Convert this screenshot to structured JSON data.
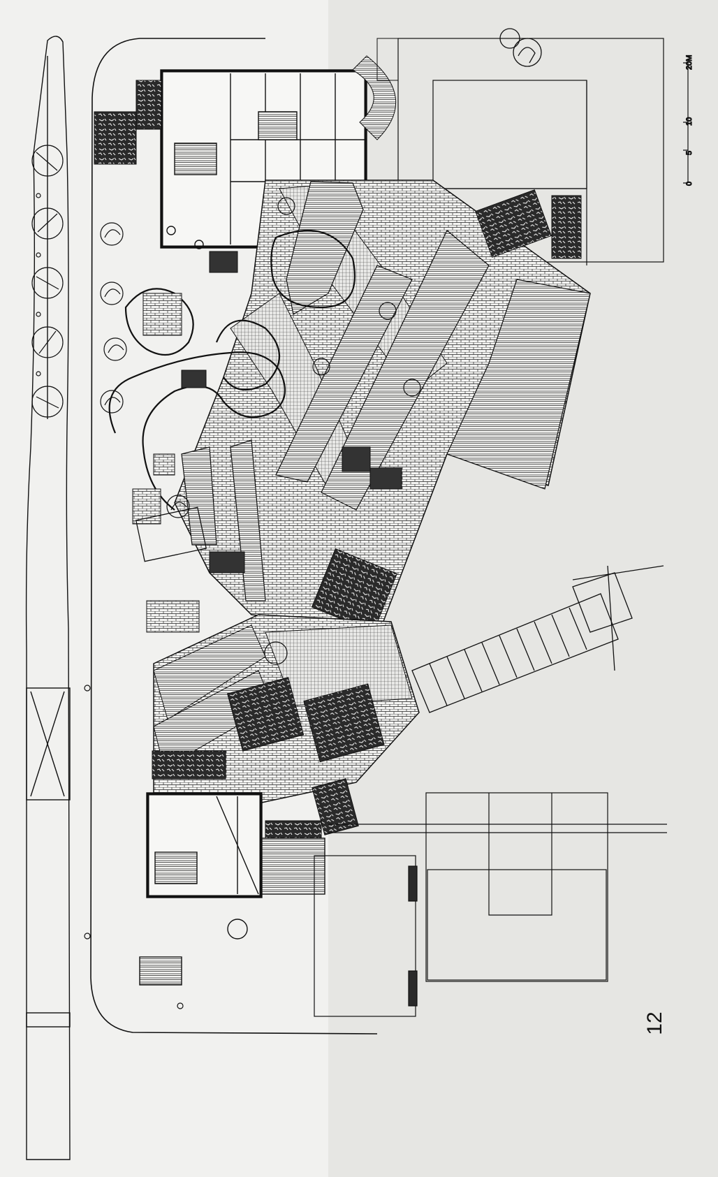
{
  "figure": {
    "page_number": "12",
    "scale_bar": {
      "ticks": [
        "0",
        "5",
        "10",
        "20M"
      ]
    }
  },
  "colors": {
    "paper": "#f1f1ef",
    "paper_shade": "#e6e6e3",
    "ink": "#111111",
    "dark_planting": "#2a2a2a"
  }
}
